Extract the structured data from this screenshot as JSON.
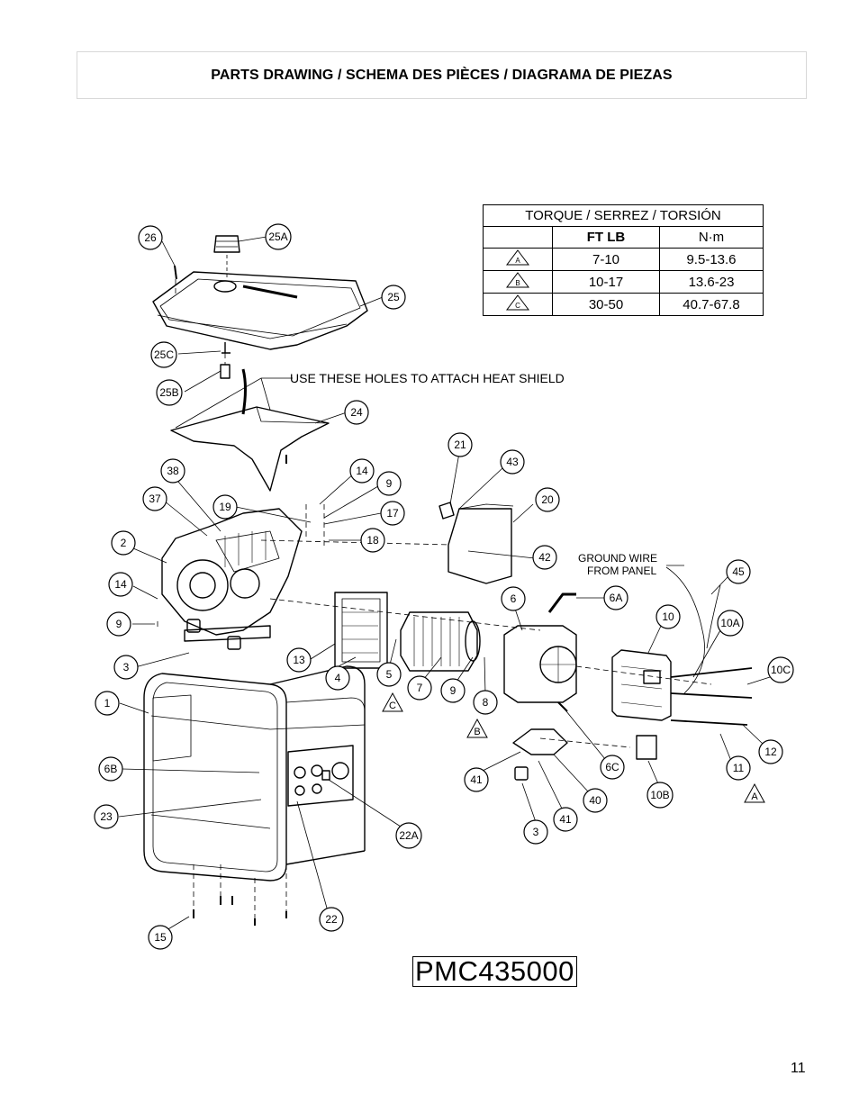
{
  "header": {
    "title": "PARTS DRAWING / SCHEMA DES PIÈCES / DIAGRAMA DE PIEZAS"
  },
  "torque_table": {
    "title": "TORQUE / SERREZ / TORSIÓN",
    "col_ftlb": "FT LB",
    "col_nm": "N·m",
    "rows": [
      {
        "mark": "A",
        "ftlb": "7-10",
        "nm": "9.5-13.6"
      },
      {
        "mark": "B",
        "ftlb": "10-17",
        "nm": "13.6-23"
      },
      {
        "mark": "C",
        "ftlb": "30-50",
        "nm": "40.7-67.8"
      }
    ]
  },
  "notes": {
    "heat_shield": "USE THESE HOLES TO ATTACH HEAT SHIELD",
    "ground_wire_1": "GROUND WIRE",
    "ground_wire_2": "FROM PANEL"
  },
  "callouts": [
    "26",
    "25A",
    "25",
    "25C",
    "25B",
    "24",
    "38",
    "37",
    "2",
    "14",
    "9",
    "3",
    "19",
    "14",
    "9",
    "17",
    "18",
    "21",
    "43",
    "20",
    "42",
    "45",
    "6",
    "6A",
    "10",
    "10A",
    "10C",
    "13",
    "4",
    "5",
    "7",
    "9",
    "8",
    "6C",
    "12",
    "11",
    "41",
    "40",
    "3",
    "41",
    "10B",
    "1",
    "6B",
    "23",
    "22A",
    "22",
    "15"
  ],
  "torque_marks": [
    "C",
    "B",
    "A"
  ],
  "model": "PMC435000",
  "page_number": "11"
}
